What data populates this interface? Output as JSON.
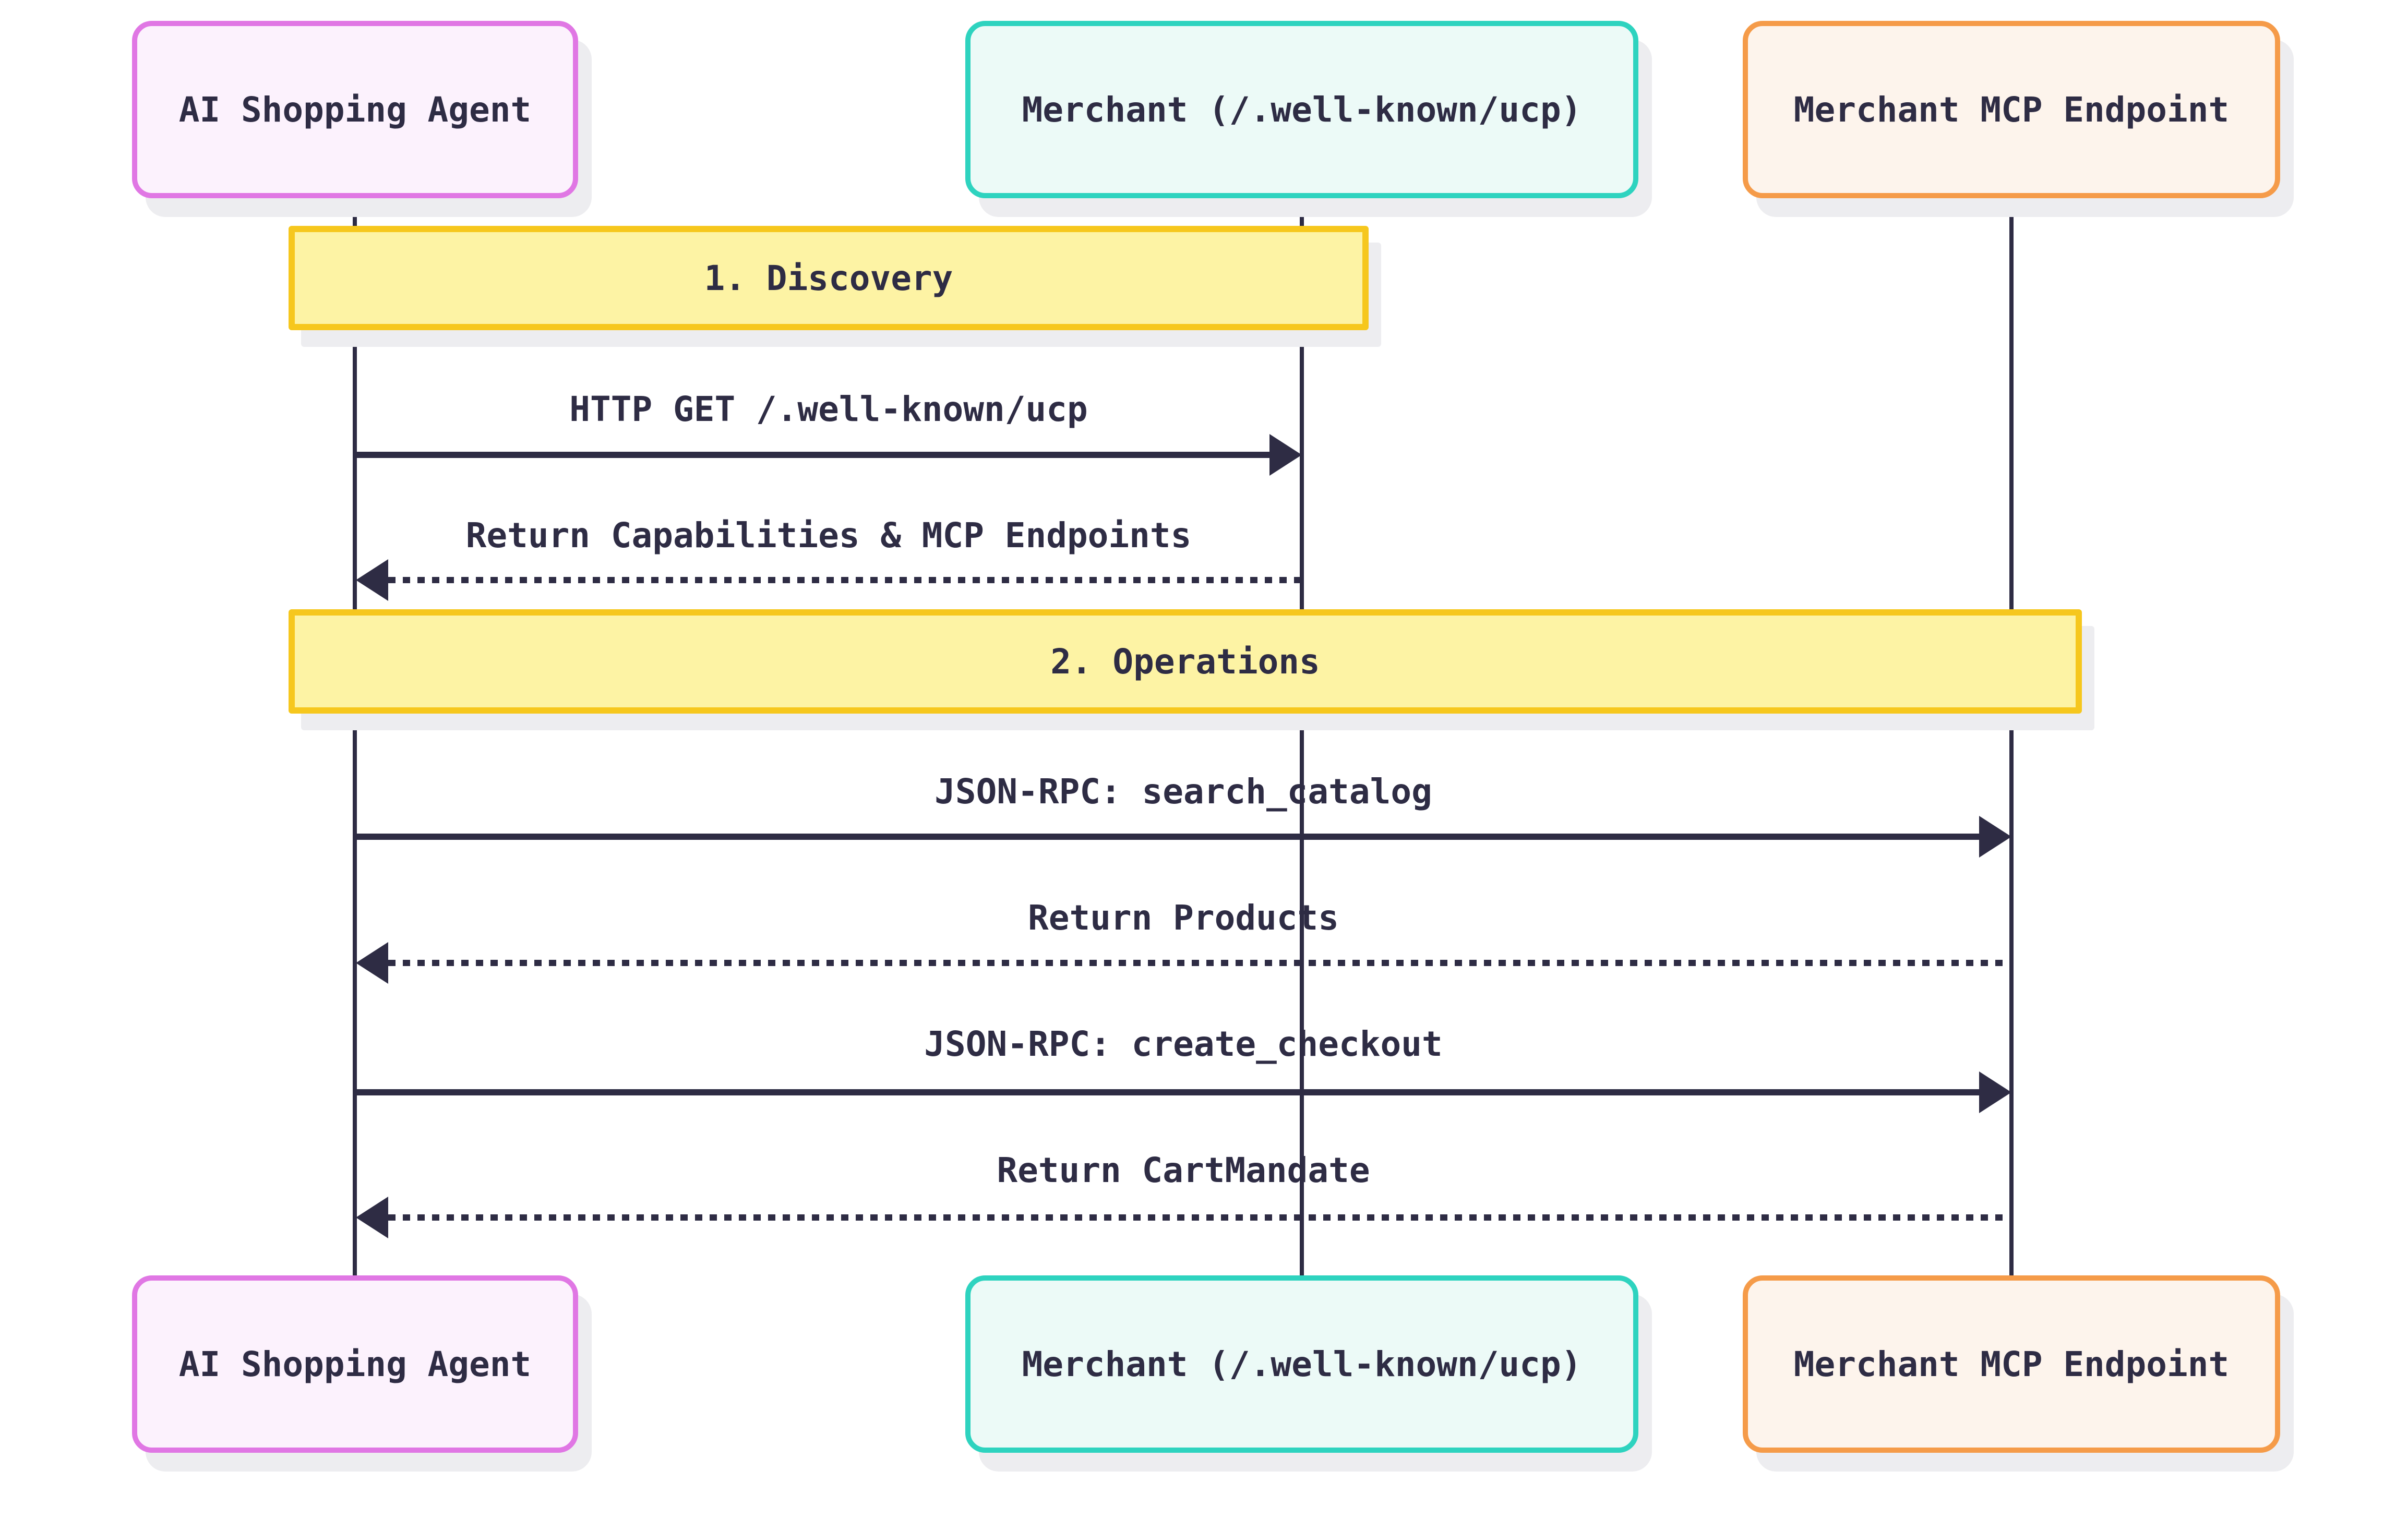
{
  "theme": {
    "bg": "#ffffff",
    "ink": "#2e2c44",
    "shadow": "#ededf0",
    "purple_border": "#e077e4",
    "purple_fill": "#fcf2fd",
    "teal_border": "#2ed3bf",
    "teal_fill": "#ecfaf7",
    "orange_border": "#f59b49",
    "orange_fill": "#fdf4ec",
    "note_border": "#f6c71d",
    "note_fill": "#fdf3a4"
  },
  "diagram": {
    "type": "sequence",
    "actors": [
      {
        "label": "AI Shopping Agent"
      },
      {
        "label": "Merchant (/.well-known/ucp)"
      },
      {
        "label": "Merchant MCP Endpoint"
      }
    ],
    "sections": [
      {
        "label": "1. Discovery"
      },
      {
        "label": "2. Operations"
      }
    ],
    "messages": [
      {
        "label": "HTTP GET /.well-known/ucp",
        "style": "solid",
        "from": "AI Shopping Agent",
        "to": "Merchant (/.well-known/ucp)"
      },
      {
        "label": "Return Capabilities & MCP Endpoints",
        "style": "dotted",
        "from": "Merchant (/.well-known/ucp)",
        "to": "AI Shopping Agent"
      },
      {
        "label": "JSON-RPC: search_catalog",
        "style": "solid",
        "from": "AI Shopping Agent",
        "to": "Merchant MCP Endpoint"
      },
      {
        "label": "Return Products",
        "style": "dotted",
        "from": "Merchant MCP Endpoint",
        "to": "AI Shopping Agent"
      },
      {
        "label": "JSON-RPC: create_checkout",
        "style": "solid",
        "from": "AI Shopping Agent",
        "to": "Merchant MCP Endpoint"
      },
      {
        "label": "Return CartMandate",
        "style": "dotted",
        "from": "Merchant MCP Endpoint",
        "to": "AI Shopping Agent"
      }
    ]
  }
}
